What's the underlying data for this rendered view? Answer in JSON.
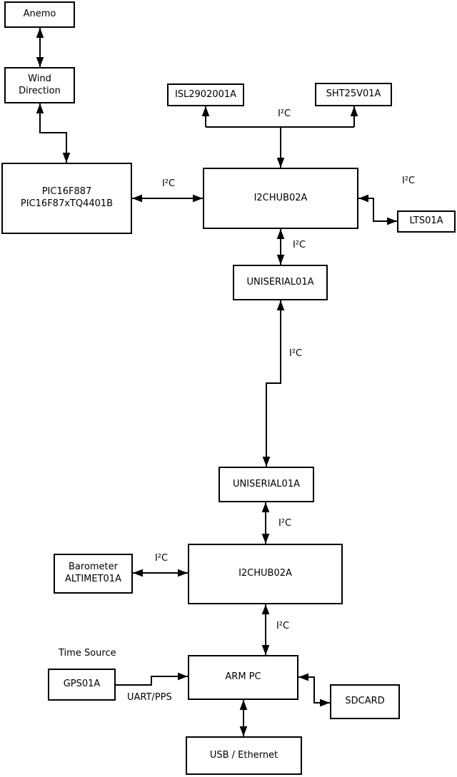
{
  "diagram": {
    "nodes": {
      "anemo": {
        "label": "Anemo"
      },
      "wind_direction": {
        "label": "Wind\nDirection"
      },
      "pic": {
        "label": "PIC16F887\nPIC16F87xTQ4401B"
      },
      "isl": {
        "label": "ISL2902001A"
      },
      "sht": {
        "label": "SHT25V01A"
      },
      "i2chub1": {
        "label": "I2CHUB02A"
      },
      "lts": {
        "label": "LTS01A"
      },
      "uniserial1": {
        "label": "UNISERIAL01A"
      },
      "uniserial2": {
        "label": "UNISERIAL01A"
      },
      "i2chub2": {
        "label": "I2CHUB02A"
      },
      "barometer": {
        "label": "Barometer\nALTIMET01A"
      },
      "gps": {
        "label": "GPS01A"
      },
      "armpc": {
        "label": "ARM PC"
      },
      "sdcard": {
        "label": "SDCARD"
      },
      "usb_ethernet": {
        "label": "USB / Ethernet"
      }
    },
    "edge_labels": {
      "i2c_sensors": "I²C",
      "i2c_pic_hub": "I²C",
      "i2c_hub_lts": "I²C",
      "i2c_hub_uniserial": "I²C",
      "i2c_link": "I²C",
      "i2c_uniserial_hub2": "I²C",
      "i2c_barometer": "I²C",
      "i2c_hub2_armpc": "I²C",
      "time_source": "Time Source",
      "uart_pps": "UART/PPS"
    },
    "colors": {
      "background": "#ffffff",
      "wire": "#000000",
      "box_border": "#000000",
      "text": "#000000"
    }
  }
}
